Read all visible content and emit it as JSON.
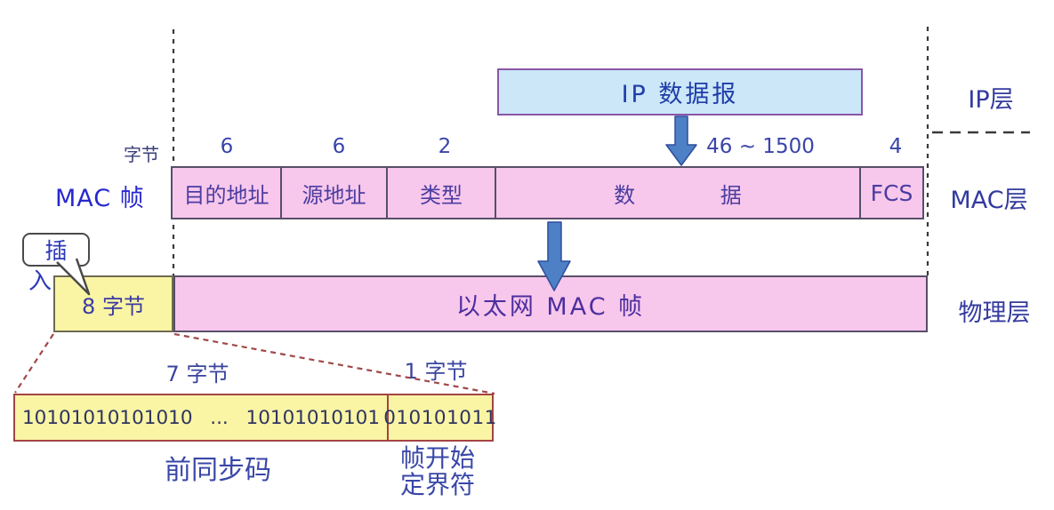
{
  "colors": {
    "pink_fill": "#f8c7ec",
    "blue_box_fill": "#cbe7f8",
    "yellow_fill": "#faf5a4",
    "arrow_fill": "#4d80c4",
    "arrow_stroke": "#2f4d9e",
    "maroon_dash": "#a04848",
    "black_dash": "#3a3a3a",
    "mac_frame_label_blue": "#2727cf"
  },
  "byte_unit_label": "字节",
  "mac_frame_label": "MAC 帧",
  "ip_box_label": "IP 数据报",
  "layer_labels": {
    "ip": "IP层",
    "mac": "MAC层",
    "physical": "物理层"
  },
  "mac_fields": [
    {
      "name": "目的地址",
      "bytes": "6"
    },
    {
      "name": "源地址",
      "bytes": "6"
    },
    {
      "name": "类型",
      "bytes": "2"
    },
    {
      "name": "数 据",
      "bytes": "46 ~ 1500"
    },
    {
      "name": "FCS",
      "bytes": "4"
    }
  ],
  "insert_callout": {
    "line1": "插",
    "line2": "入"
  },
  "physical_row": {
    "preamble_box_label": "8 字节",
    "frame_box_label": "以太网 MAC 帧"
  },
  "preamble_detail": {
    "left_bytes_label": "7 字节",
    "right_bytes_label": "1 字节",
    "bits_left_start": "10101010101010",
    "bits_left_dots": "...",
    "bits_left_end": "10101010101",
    "bits_right": "010101011",
    "left_caption": "前同步码",
    "right_caption_line1": "帧开始",
    "right_caption_line2": "定界符"
  }
}
